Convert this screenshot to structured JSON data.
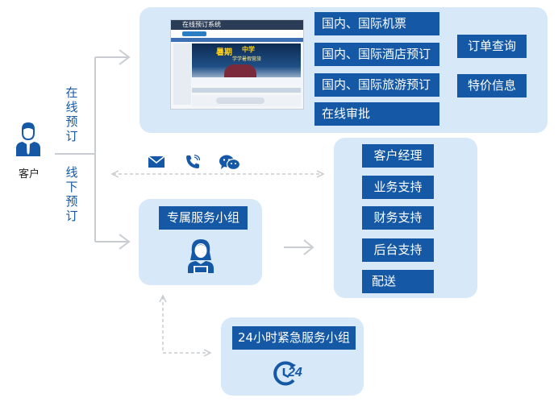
{
  "customer": {
    "label": "客户"
  },
  "online": {
    "label": "在线预订"
  },
  "offline": {
    "label": "线下预订"
  },
  "online_services": [
    "国内、国际机票",
    "国内、国际酒店预订",
    "国内、国际旅游预订",
    "在线审批"
  ],
  "online_side": [
    "订单查询",
    "特价信息"
  ],
  "screenshot": {
    "title": "在线预订系统",
    "banner_text_1": "暑期",
    "banner_text_2": "中学",
    "banner_text_3": "学学暑假营旅"
  },
  "service_team": {
    "label": "专属服务小组"
  },
  "support_items": [
    "客户经理",
    "业务支持",
    "财务支持",
    "后台支持",
    "配送"
  ],
  "emergency": {
    "label": "24小时紧急服务小组",
    "badge": "24"
  },
  "colors": {
    "tag": "#1559a6",
    "panel": "#d7e8f8",
    "arrow": "#c9cdd2"
  }
}
